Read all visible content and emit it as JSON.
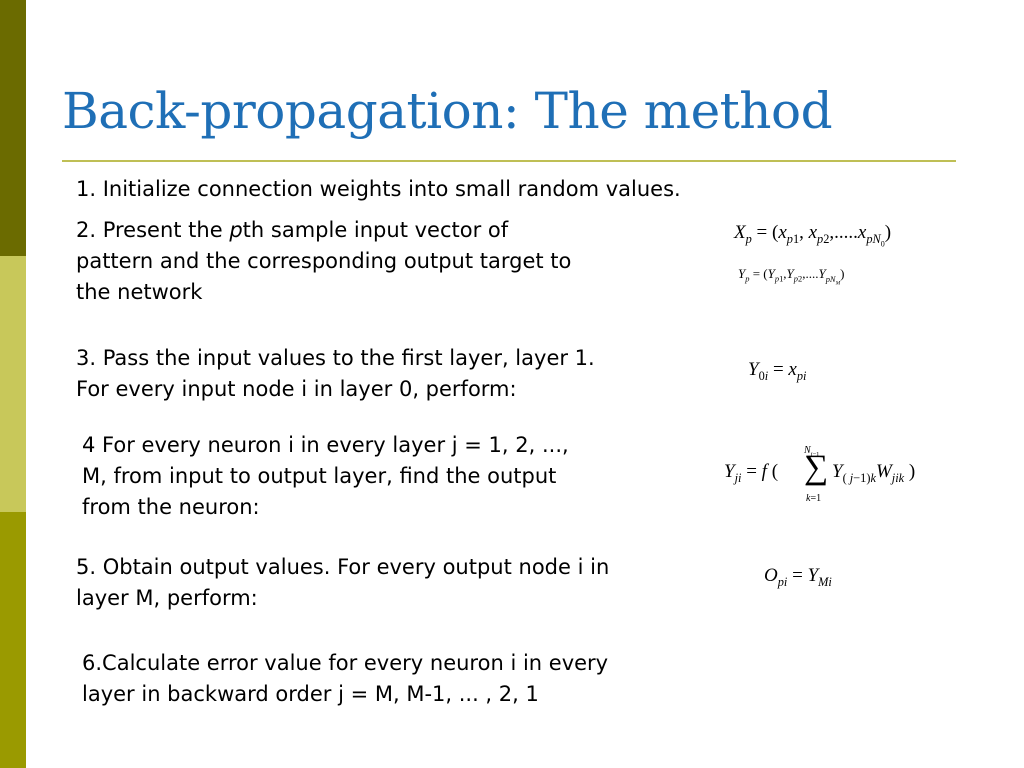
{
  "slide": {
    "title": "Back-propagation: The method",
    "steps": [
      {
        "lines": [
          "1. Initialize connection weights into small random values."
        ]
      },
      {
        "pre": "2. Present the ",
        "italic": "p",
        "post": "th sample input vector of",
        "lines": [
          "pattern and the corresponding output target to",
          "the network"
        ]
      },
      {
        "lines": [
          "3. Pass the input values to the first layer, layer 1.",
          "For every input node i in layer 0, perform:"
        ]
      },
      {
        "lines": [
          "4 For every neuron i in every layer j = 1, 2, ...,",
          "M, from input to output layer, find the output",
          "from the neuron:"
        ]
      },
      {
        "lines": [
          "5. Obtain output values. For every output node i in",
          "layer M,  perform:"
        ]
      },
      {
        "lines": [
          "6.Calculate error value for every neuron i in every",
          "layer in backward order j = M, M-1, ... , 2, 1"
        ]
      }
    ]
  },
  "colors": {
    "title": "#1f6fb6",
    "rule": "#bfbf55",
    "bar_top": "#6b6b00",
    "bar_mid": "#c8c85a",
    "bar_bottom": "#9a9a00"
  }
}
